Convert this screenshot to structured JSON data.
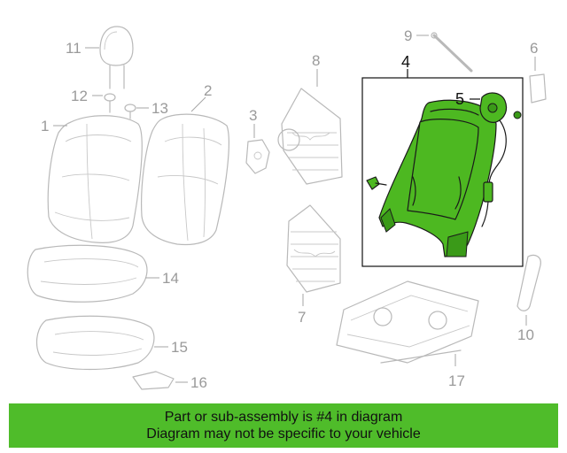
{
  "callouts": {
    "c1": "1",
    "c2": "2",
    "c3": "3",
    "c4": "4",
    "c5": "5",
    "c6": "6",
    "c7": "7",
    "c8": "8",
    "c9": "9",
    "c10": "10",
    "c11": "11",
    "c12": "12",
    "c13": "13",
    "c14": "14",
    "c15": "15",
    "c16": "16",
    "c17": "17"
  },
  "highlight_part": "4",
  "colors": {
    "highlight": "#4db821",
    "banner": "#4fbc2a",
    "faded_line": "#b9b9b9"
  },
  "banner": {
    "line1": "Part or sub-assembly is #4 in diagram",
    "line2": "Diagram may not be specific to your vehicle"
  }
}
